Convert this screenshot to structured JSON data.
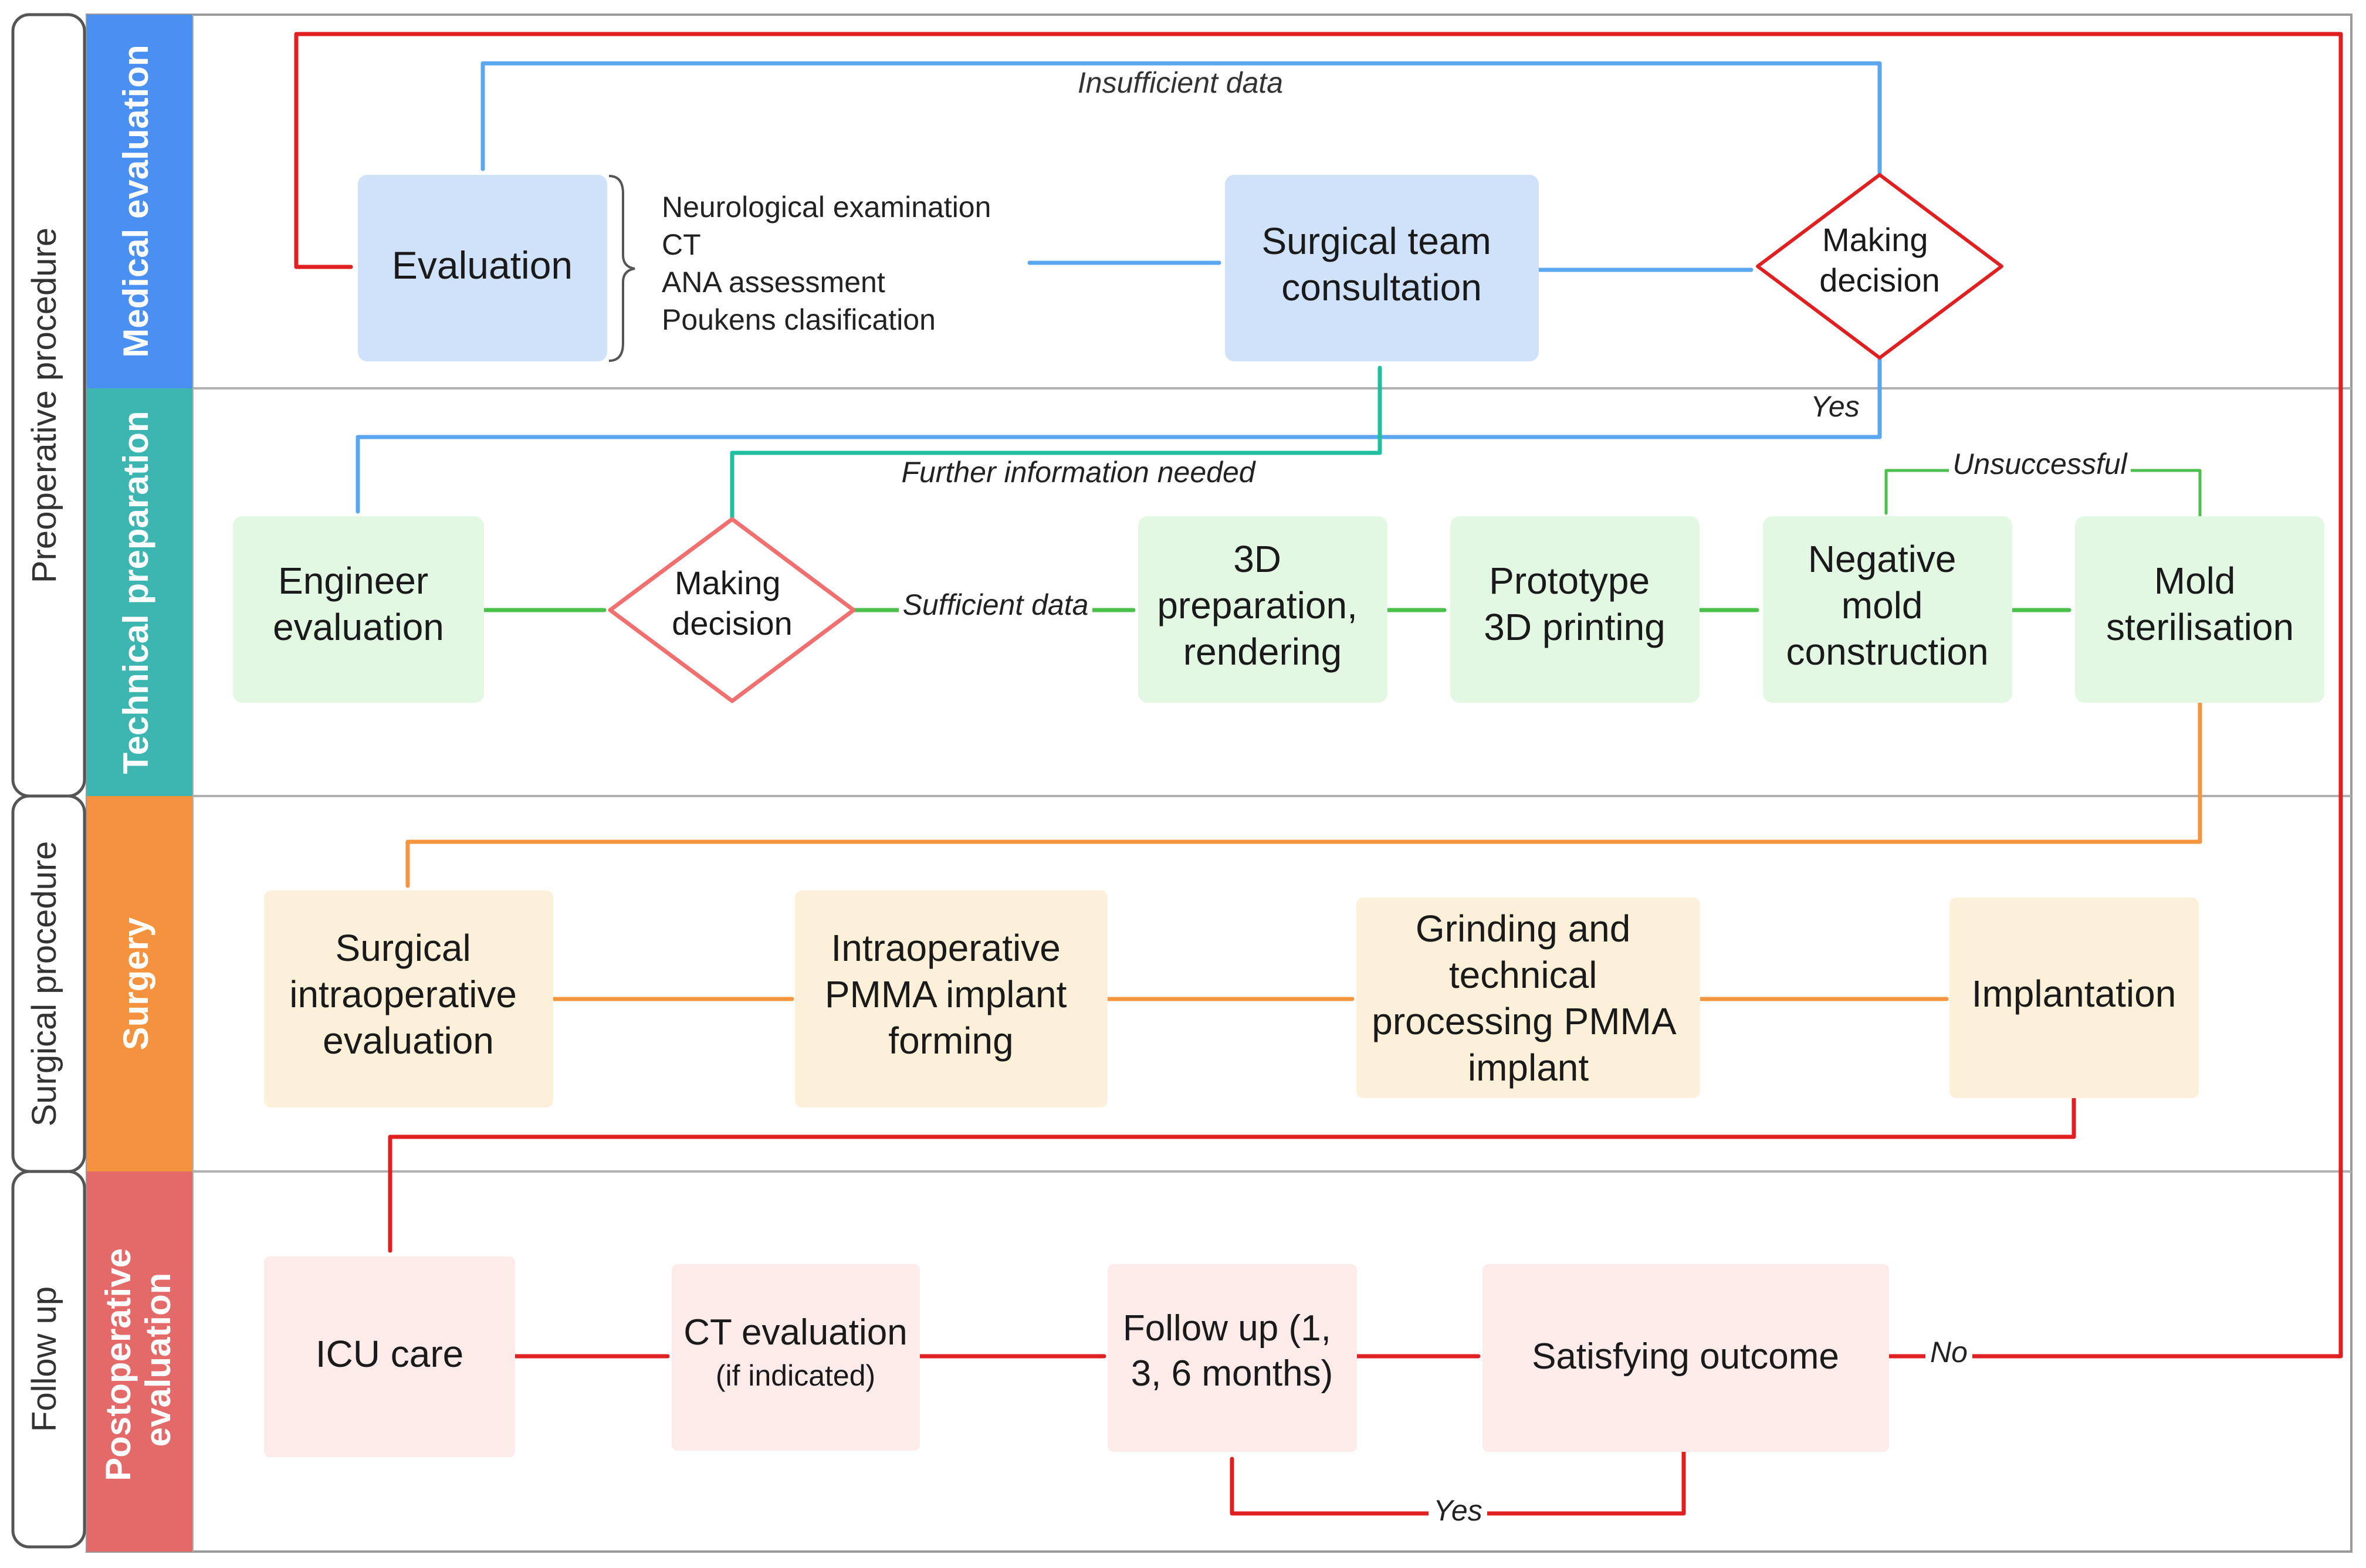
{
  "phases": {
    "preoperative": "Preoperative procedure",
    "surgical": "Surgical procedure",
    "followup": "Follow up"
  },
  "lanes": {
    "medical": "Medical evaluation",
    "technical": "Technical preparation",
    "surgery": "Surgery",
    "postop": [
      "Postoperative",
      "evaluation"
    ]
  },
  "nodes": {
    "evaluation": [
      "Evaluation"
    ],
    "surgical_team": [
      "Surgical team",
      "consultation"
    ],
    "decision_medical": [
      "Making",
      "decision"
    ],
    "engineer": [
      "Engineer",
      "evaluation"
    ],
    "decision_tech": [
      "Making",
      "decision"
    ],
    "prep3d": [
      "3D",
      "preparation,",
      "rendering"
    ],
    "prototype": [
      "Prototype",
      "3D printing"
    ],
    "negative_mold": [
      "Negative",
      "mold",
      "construction"
    ],
    "mold_steril": [
      "Mold",
      "sterilisation"
    ],
    "surgical_eval": [
      "Surgical",
      "intraoperative",
      "evaluation"
    ],
    "pmma_forming": [
      "Intraoperative",
      "PMMA implant",
      "forming"
    ],
    "grinding": [
      "Grinding and",
      "technical",
      "processing PMMA",
      "implant"
    ],
    "implantation": [
      "Implantation"
    ],
    "icu": [
      "ICU care"
    ],
    "ct_eval": [
      "CT evaluation"
    ],
    "ct_eval_note": "(if indicated)",
    "followup_months": [
      "Follow up (1,",
      "3, 6 months)"
    ],
    "satisfying": [
      "Satisfying outcome"
    ]
  },
  "evaluation_items": [
    "Neurological examination",
    "CT",
    "ANA assessment",
    "Poukens clasification"
  ],
  "edge_labels": {
    "insufficient": "Insufficient data",
    "yes_medical": "Yes",
    "further_info": "Further information needed",
    "sufficient": "Sufficient data",
    "unsuccessful": "Unsuccessful",
    "no": "No",
    "yes_followup": "Yes"
  },
  "colors": {
    "lane_medical": "#4A90F2",
    "lane_technical": "#3DB5B0",
    "lane_surgery": "#F5923E",
    "lane_postop": "#E46A6A",
    "fill_medical": "#CFE2FA",
    "fill_technical": "#E3F8E3",
    "fill_surgery": "#FDF0D8",
    "fill_postop": "#FDEBEA",
    "arrow_blue": "#5AA6EF",
    "arrow_green": "#4CBF4C",
    "arrow_teal": "#1FBFA0",
    "arrow_orange": "#F5953F",
    "arrow_red": "#E02020"
  }
}
